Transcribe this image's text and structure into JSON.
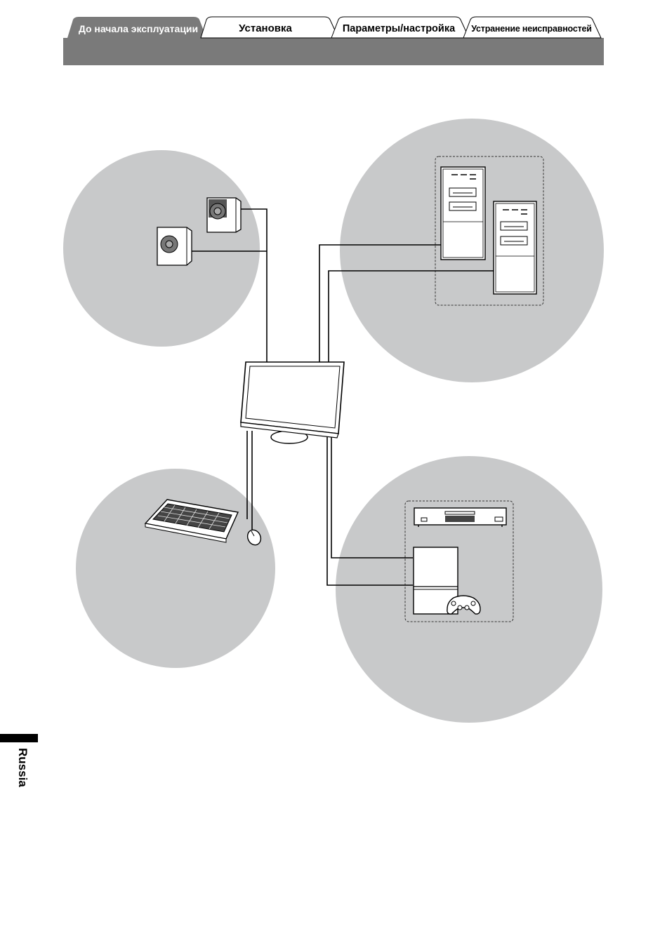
{
  "header": {
    "tabs": [
      {
        "label": "До начала эксплуатации",
        "active": true
      },
      {
        "label": "Установка",
        "active": false
      },
      {
        "label": "Параметры/настройка",
        "active": false
      },
      {
        "label": "Устранение неисправностей",
        "active": false
      }
    ],
    "active_color": "#7a7a7a",
    "band_color": "#7a7a7a"
  },
  "diagram": {
    "circle_color": "#c8c9ca",
    "groups": [
      {
        "id": "speakers",
        "icons": [
          "speaker-icon",
          "speaker-icon"
        ]
      },
      {
        "id": "computers",
        "icons": [
          "pc-tower-icon",
          "pc-tower-icon"
        ]
      },
      {
        "id": "input-devices",
        "icons": [
          "keyboard-icon",
          "mouse-icon"
        ]
      },
      {
        "id": "av-devices",
        "icons": [
          "dvd-player-icon",
          "game-console-icon",
          "gamepad-icon"
        ]
      }
    ],
    "center_icon": "lcd-monitor-icon"
  },
  "side_language_label": "Russia"
}
